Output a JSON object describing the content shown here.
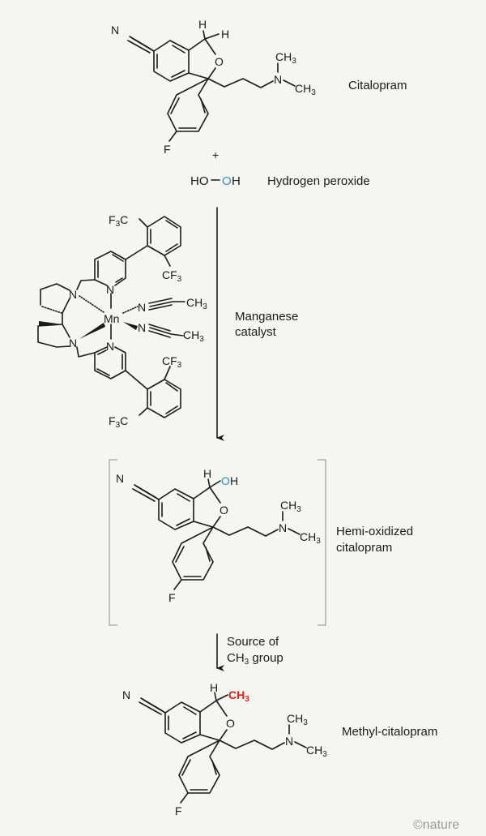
{
  "reactant": {
    "name": "Citalopram",
    "atoms": {
      "N_nitrile": "N",
      "H1": "H",
      "H2": "H",
      "O": "O",
      "N_amine": "N",
      "CH3_a": "CH",
      "CH3_b": "CH",
      "sub3": "3",
      "F": "F"
    }
  },
  "plus": "+",
  "peroxide": {
    "left": "HO",
    "right_O": "O",
    "right_H": "H",
    "name": "Hydrogen peroxide"
  },
  "catalyst": {
    "label_line1": "Manganese",
    "label_line2": "catalyst",
    "atoms": {
      "Mn": "Mn",
      "N": "N",
      "CF3_C": "CF",
      "F3C_F": "F",
      "F3C_C": "C",
      "sub3": "3",
      "CH3": "CH"
    }
  },
  "intermediate": {
    "name_line1": "Hemi-oxidized",
    "name_line2": "citalopram",
    "H": "H",
    "OH_O": "O",
    "OH_H": "H"
  },
  "step2": {
    "label_line1": "Source of",
    "label_line2_a": "CH",
    "label_line2_sub": "3",
    "label_line2_b": " group"
  },
  "product": {
    "name": "Methyl-citalopram",
    "H": "H",
    "CH3": "CH",
    "CH3_sub": "3"
  },
  "credit": "©nature",
  "colors": {
    "oxygen_highlight": "#2f8fc0",
    "methyl_highlight": "#e0201b",
    "text": "#1a1a1a",
    "background": "#f6f5ef",
    "bracket": "#8a8a8a"
  }
}
